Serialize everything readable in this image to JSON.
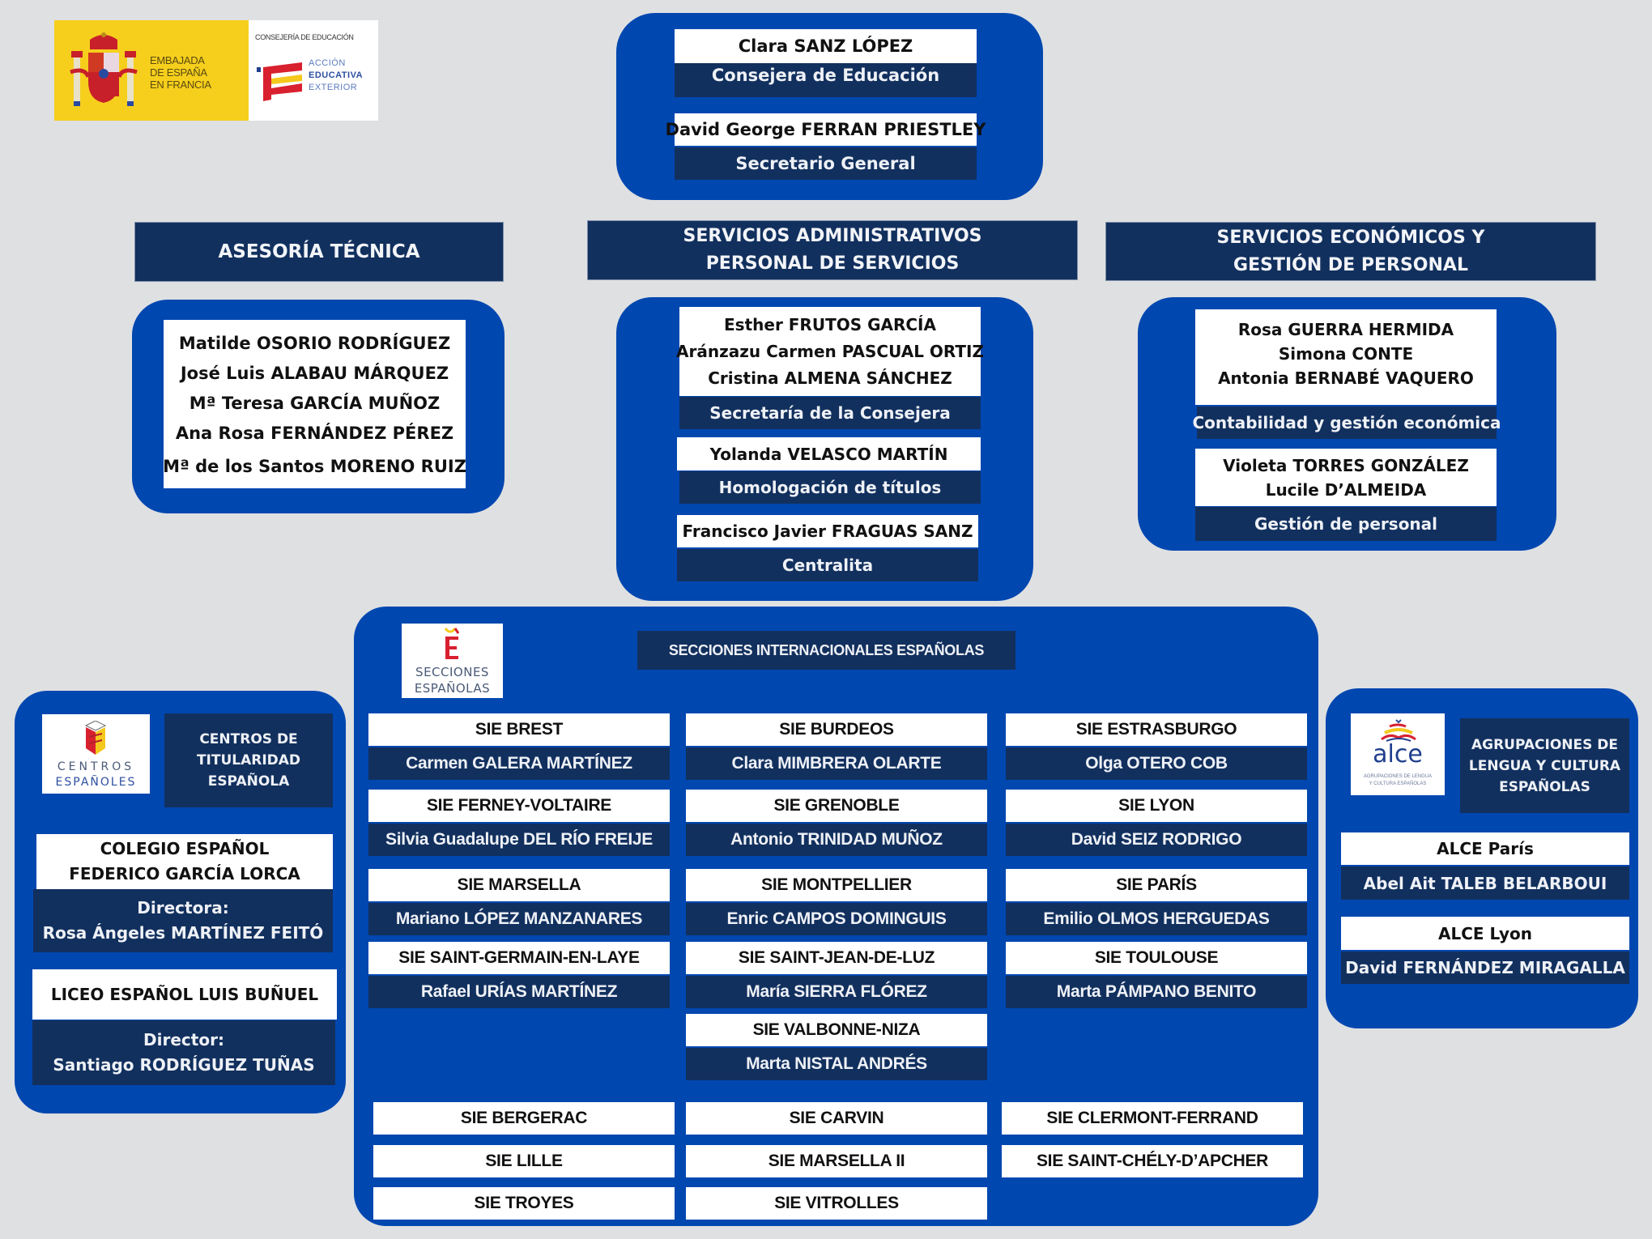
{
  "logos": {
    "embajada": {
      "text_lines": [
        "EMBAJADA",
        "DE ESPAÑA",
        "EN FRANCIA"
      ]
    },
    "consejeria": {
      "top": "CONSEJERÍA DE EDUCACIÓN",
      "lines": [
        "ACCIÓN",
        "EDUCATIVA",
        "EXTERIOR"
      ]
    },
    "secciones": {
      "lines": [
        "SECCIONES",
        "ESPAÑOLAS"
      ]
    },
    "centros": {
      "lines": [
        "CENTROS",
        "ESPAÑOLES"
      ]
    },
    "alce": {
      "word": "alce",
      "sub": [
        "AGRUPACIONES DE LENGUA",
        "Y CULTURA ESPAÑOLAS"
      ]
    }
  },
  "colors": {
    "bright_blue": "#0047b0",
    "navy": "#12305e",
    "background": "#dfe0e2",
    "red": "#d8202f",
    "yellow": "#f4c81c"
  },
  "direction": {
    "consejera": {
      "name": "Clara SANZ LÓPEZ",
      "role": "Consejera de Educación"
    },
    "secretario": {
      "name": "David George FERRAN PRIESTLEY",
      "role": "Secretario General"
    }
  },
  "asesoria": {
    "title": "ASESORÍA TÉCNICA",
    "members": [
      "Matilde OSORIO RODRÍGUEZ",
      "José Luis ALABAU MÁRQUEZ",
      "Mª Teresa GARCÍA MUÑOZ",
      "Ana Rosa FERNÁNDEZ PÉREZ",
      "Mª de los Santos MORENO RUIZ"
    ]
  },
  "admin": {
    "title_lines": [
      "SERVICIOS ADMINISTRATIVOS",
      "PERSONAL DE SERVICIOS"
    ],
    "groups": [
      {
        "names": [
          "Esther FRUTOS GARCÍA",
          "Aránzazu Carmen PASCUAL ORTIZ",
          "Cristina ALMENA SÁNCHEZ"
        ],
        "role": "Secretaría de la Consejera"
      },
      {
        "names": [
          "Yolanda VELASCO MARTÍN"
        ],
        "role": "Homologación de títulos"
      },
      {
        "names": [
          "Francisco Javier FRAGUAS SANZ"
        ],
        "role": "Centralita"
      }
    ]
  },
  "economicos": {
    "title_lines": [
      "SERVICIOS ECONÓMICOS Y",
      "GESTIÓN DE PERSONAL"
    ],
    "groups": [
      {
        "names": [
          "Rosa GUERRA HERMIDA",
          "Simona CONTE",
          "Antonia BERNABÉ VAQUERO"
        ],
        "role": "Contabilidad y gestión económica"
      },
      {
        "names": [
          "Violeta TORRES GONZÁLEZ",
          "Lucile D’ALMEIDA"
        ],
        "role": "Gestión de personal"
      }
    ]
  },
  "centros": {
    "title_lines": [
      "CENTROS DE",
      "TITULARIDAD",
      "ESPAÑOLA"
    ],
    "schools": [
      {
        "name_lines": [
          "COLEGIO ESPAÑOL",
          "FEDERICO GARCÍA LORCA"
        ],
        "director_label": "Directora:",
        "director": "Rosa Ángeles MARTÍNEZ FEITÓ"
      },
      {
        "name_lines": [
          "LICEO ESPAÑOL LUIS BUÑUEL"
        ],
        "director_label": "Director:",
        "director": "Santiago RODRÍGUEZ TUÑAS"
      }
    ]
  },
  "sie": {
    "title": "SECCIONES INTERNACIONALES ESPAÑOLAS",
    "sections": [
      {
        "name": "SIE BREST",
        "head": "Carmen GALERA MARTÍNEZ"
      },
      {
        "name": "SIE BURDEOS",
        "head": "Clara MIMBRERA OLARTE"
      },
      {
        "name": "SIE ESTRASBURGO",
        "head": "Olga OTERO COB"
      },
      {
        "name": "SIE FERNEY-VOLTAIRE",
        "head": "Silvia Guadalupe DEL RÍO FREIJE"
      },
      {
        "name": "SIE GRENOBLE",
        "head": "Antonio TRINIDAD MUÑOZ"
      },
      {
        "name": "SIE LYON",
        "head": "David SEIZ RODRIGO"
      },
      {
        "name": "SIE MARSELLA",
        "head": "Mariano LÓPEZ MANZANARES"
      },
      {
        "name": "SIE MONTPELLIER",
        "head": "Enric CAMPOS DOMINGUIS"
      },
      {
        "name": "SIE PARÍS",
        "head": "Emilio OLMOS HERGUEDAS"
      },
      {
        "name": "SIE SAINT-GERMAIN-EN-LAYE",
        "head": "Rafael URÍAS MARTÍNEZ"
      },
      {
        "name": "SIE SAINT-JEAN-DE-LUZ",
        "head": "María SIERRA FLÓREZ"
      },
      {
        "name": "SIE TOULOUSE",
        "head": "Marta PÁMPANO BENITO"
      },
      {
        "name": "SIE VALBONNE-NIZA",
        "head": "Marta NISTAL ANDRÉS"
      }
    ],
    "other_sections": [
      "SIE BERGERAC",
      "SIE CARVIN",
      "SIE CLERMONT-FERRAND",
      "SIE LILLE",
      "SIE MARSELLA II",
      "SIE SAINT-CHÉLY-D’APCHER",
      "SIE TROYES",
      "SIE VITROLLES"
    ]
  },
  "alce": {
    "title_lines": [
      "AGRUPACIONES DE",
      "LENGUA Y CULTURA",
      "ESPAÑOLAS"
    ],
    "units": [
      {
        "name": "ALCE París",
        "head": "Abel Ait TALEB BELARBOUI"
      },
      {
        "name": "ALCE Lyon",
        "head": "David FERNÁNDEZ MIRAGALLA"
      }
    ]
  }
}
